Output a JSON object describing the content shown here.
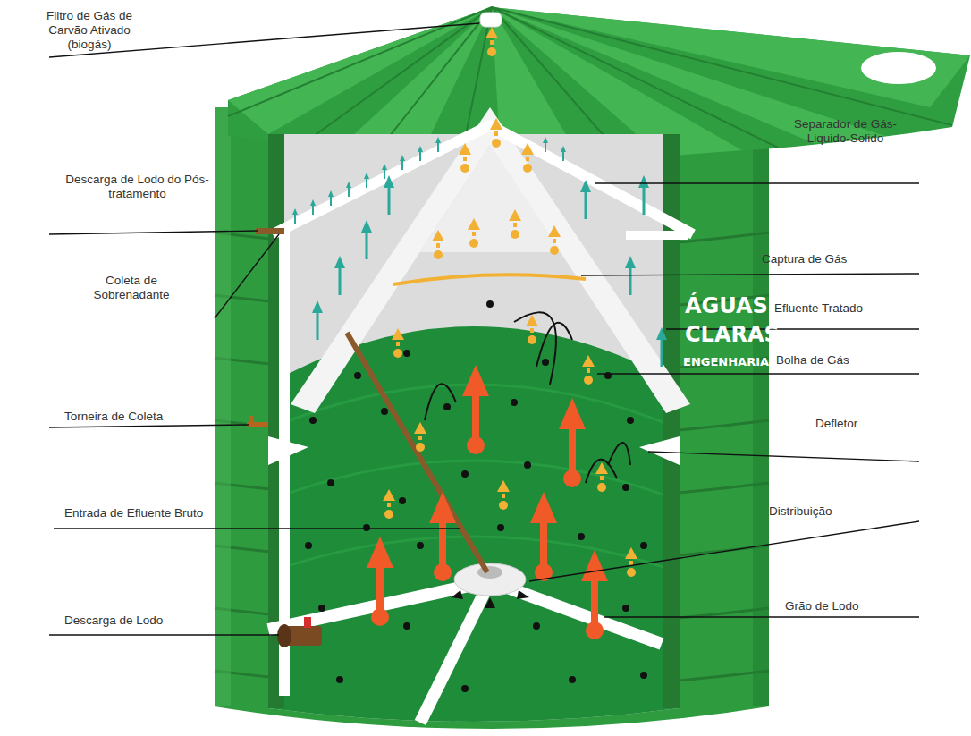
{
  "diagram": {
    "labels": [
      "Filtro de Gás de Carvão Ativado (biogás)",
      "Descarga de Lodo do Pós-tratamento",
      "Coleta de Sobrenadante",
      "Torneira de Coleta",
      "Entrada de Efluente Bruto",
      "Descarga de Lodo",
      "Separador de Gás-Liquido-Solido",
      "Captura de Gás",
      "Efluente Tratado",
      "Bolha de Gás",
      "Defletor",
      "Distribuição",
      "Grão de Lodo",
      "ÁGUAS",
      "CLARAS",
      "ENGENHARIA"
    ]
  }
}
